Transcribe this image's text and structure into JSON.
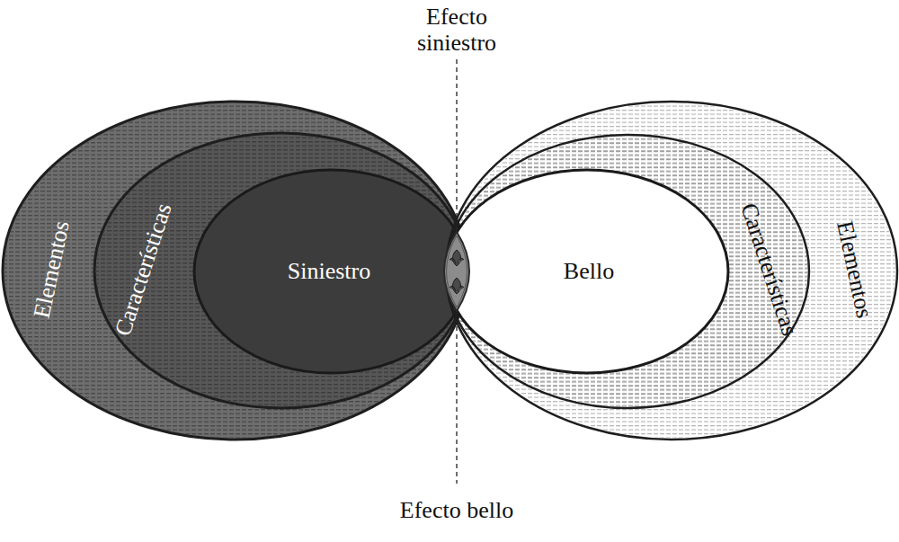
{
  "diagram": {
    "nodes": [
      {
        "text": [
          "Elementos"
        ]
      },
      {
        "text": [
          "Características"
        ],
        "in": 0
      },
      {
        "text": [
          "Siniestro"
        ],
        "in": 1
      },
      {
        "text": [
          "Elementos"
        ]
      },
      {
        "text": [
          "Características"
        ],
        "in": 3
      },
      {
        "text": [
          "Bello"
        ],
        "in": 4
      }
    ],
    "labels": [
      "Efecto siniestro",
      "Efecto bello"
    ]
  }
}
